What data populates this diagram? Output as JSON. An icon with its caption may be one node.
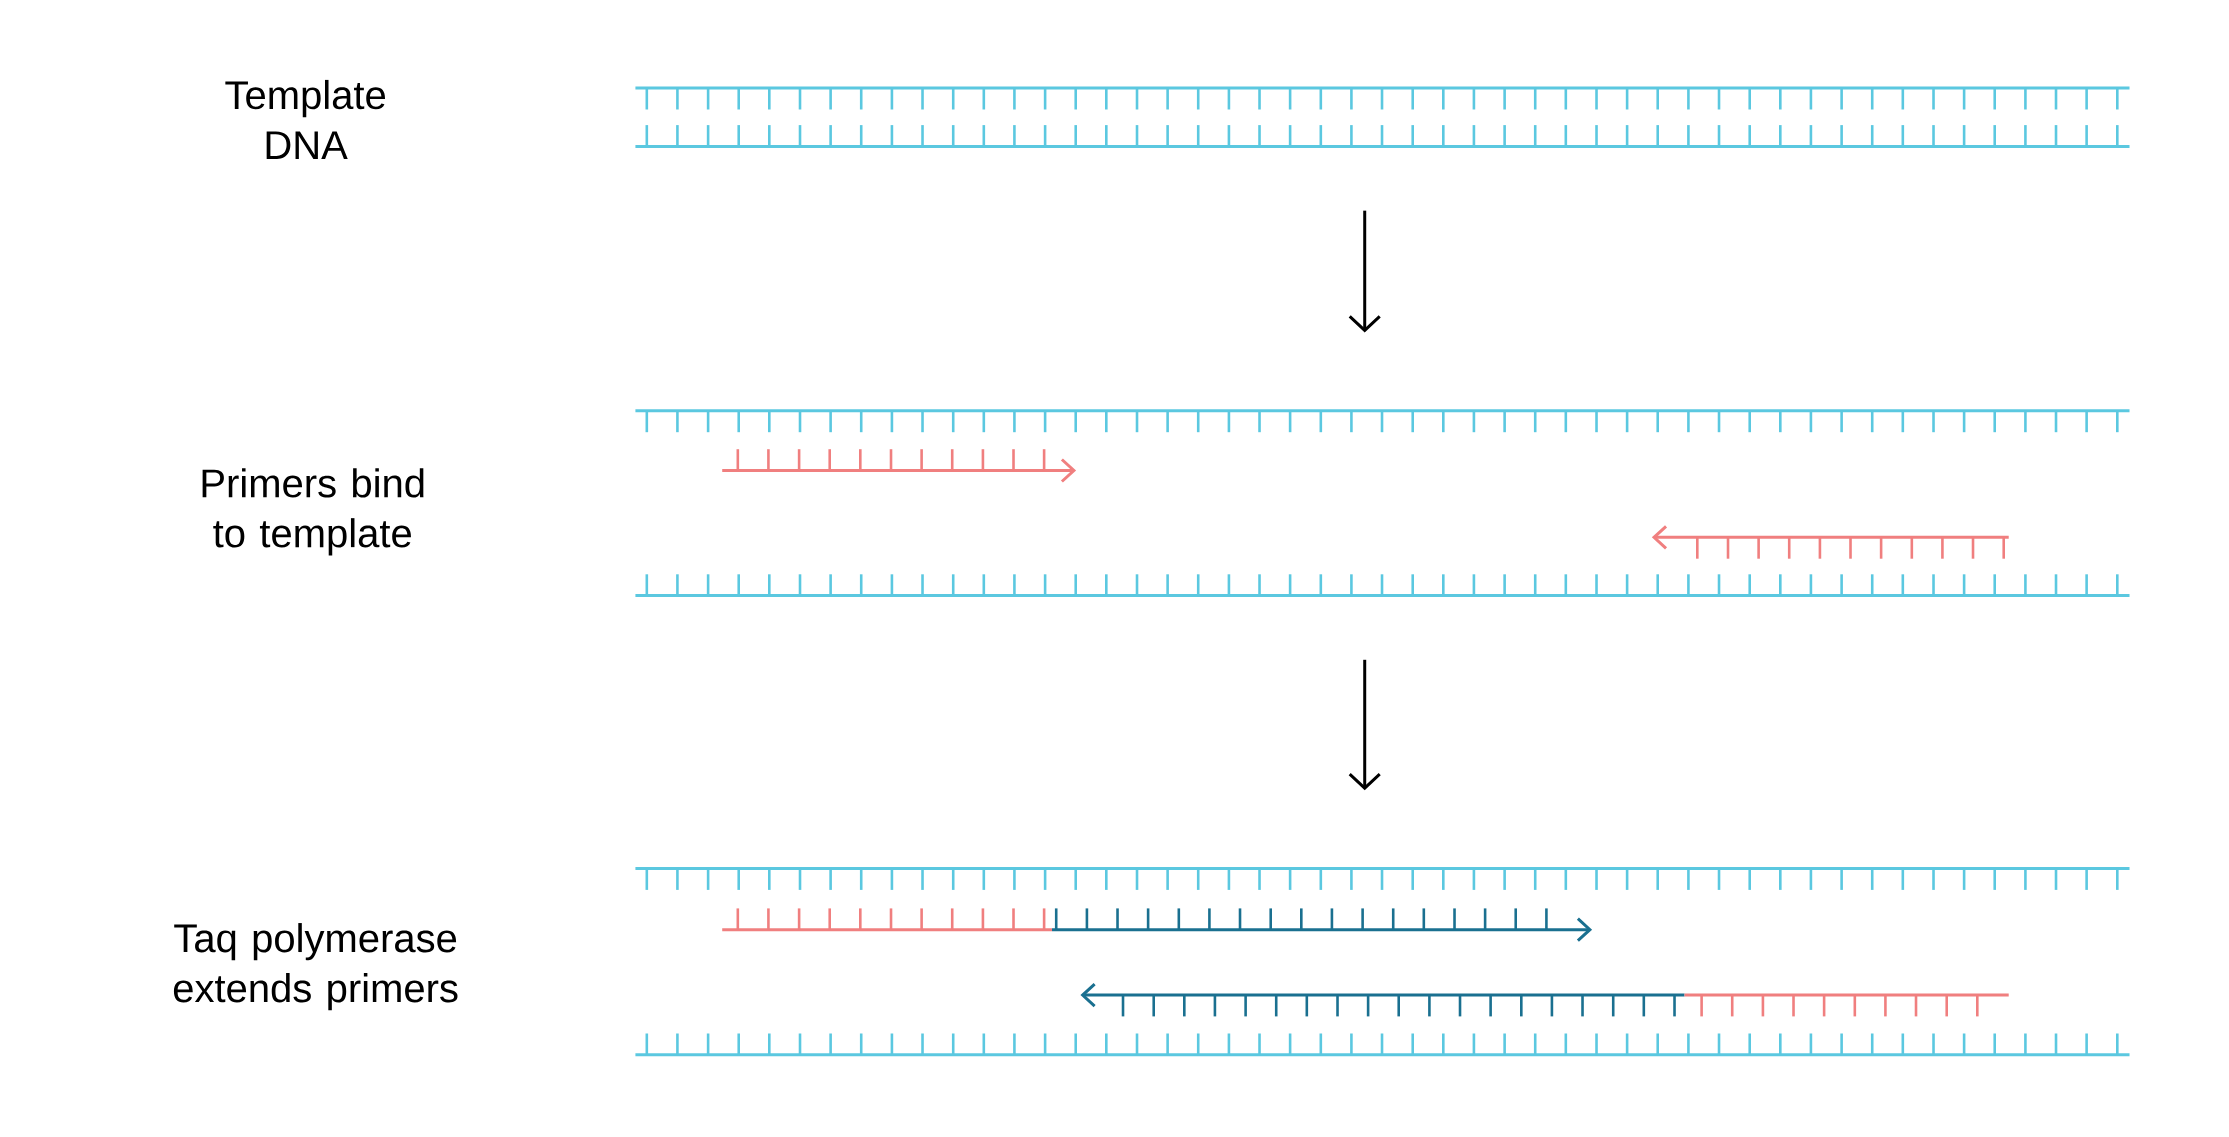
{
  "diagram": {
    "nodes": [
      {
        "text": [],
        "shape": "picture"
      },
      {
        "text": [],
        "shape": "picture"
      },
      {
        "text": [],
        "shape": "picture"
      }
    ],
    "edges": [
      {
        "from": 0,
        "to": 1,
        "arrow": "to"
      },
      {
        "from": 1,
        "to": 2,
        "arrow": "to"
      }
    ],
    "labels": [
      "Template DNA",
      "Primers bind to template",
      "Taq polymerase extends primers"
    ]
  }
}
